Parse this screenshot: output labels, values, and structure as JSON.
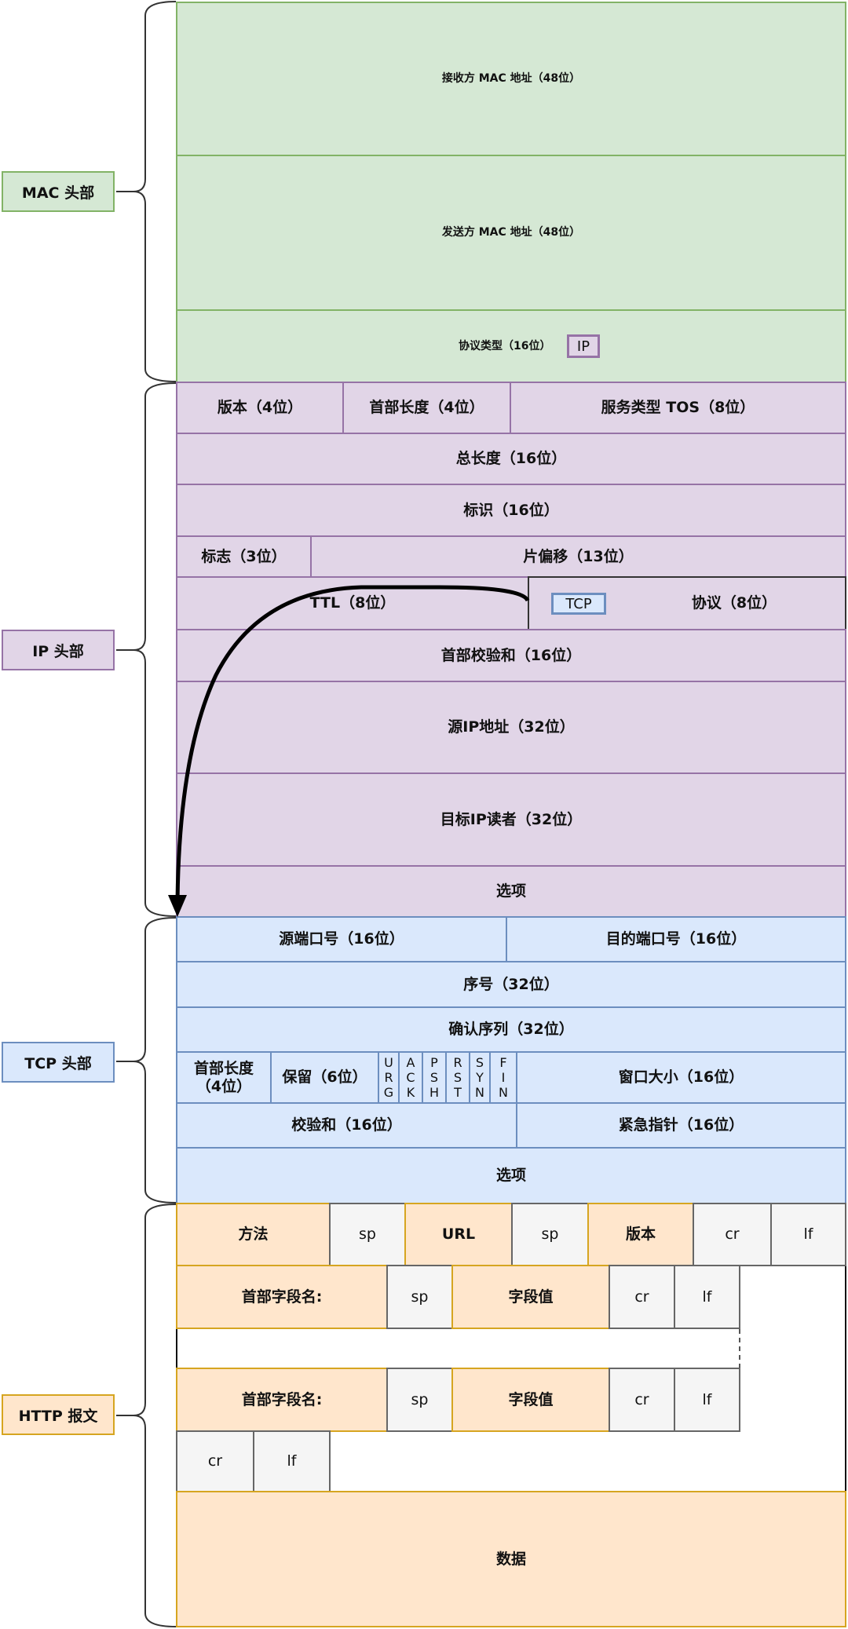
{
  "colors": {
    "mac_fill": "#d5e8d4",
    "mac_stroke": "#82b366",
    "ip_fill": "#e1d5e7",
    "ip_stroke": "#9673a6",
    "tcp_fill": "#dae8fc",
    "tcp_stroke": "#6c8ebf",
    "http_fill": "#ffe6cc",
    "http_stroke": "#d6a520",
    "sep_fill": "#f5f5f5",
    "sep_stroke": "#666666"
  },
  "labels": {
    "mac": "MAC 头部",
    "ip": "IP 头部",
    "tcp": "TCP 头部",
    "http": "HTTP 报文"
  },
  "mac": {
    "dst": "接收方 MAC 地址（48位）",
    "src": "发送方 MAC 地址（48位）",
    "type": "协议类型（16位）",
    "type_tag": "IP"
  },
  "ip": {
    "version": "版本（4位）",
    "ihl": "首部长度（4位）",
    "tos": "服务类型 TOS（8位）",
    "total_length": "总长度（16位）",
    "id": "标识（16位）",
    "flags": "标志（3位）",
    "frag_offset": "片偏移（13位）",
    "ttl": "TTL（8位）",
    "protocol": "协议（8位）",
    "protocol_tag": "TCP",
    "checksum": "首部校验和（16位）",
    "src": "源IP地址（32位）",
    "dst": "目标IP读者（32位）",
    "options": "选项"
  },
  "tcp": {
    "src_port": "源端口号（16位）",
    "dst_port": "目的端口号（16位）",
    "seq": "序号（32位）",
    "ack": "确认序列（32位）",
    "data_offset_1": "首部长度",
    "data_offset_2": "（4位）",
    "reserved": "保留（6位）",
    "flags": [
      {
        "c1": "U",
        "c2": "R",
        "c3": "G"
      },
      {
        "c1": "A",
        "c2": "C",
        "c3": "K"
      },
      {
        "c1": "P",
        "c2": "S",
        "c3": "H"
      },
      {
        "c1": "R",
        "c2": "S",
        "c3": "T"
      },
      {
        "c1": "S",
        "c2": "Y",
        "c3": "N"
      },
      {
        "c1": "F",
        "c2": "I",
        "c3": "N"
      }
    ],
    "window": "窗口大小（16位）",
    "checksum": "校验和（16位）",
    "urgent": "紧急指针（16位）",
    "options": "选项"
  },
  "http": {
    "request_line": {
      "method": "方法",
      "sp1": "sp",
      "url": "URL",
      "sp2": "sp",
      "version": "版本",
      "cr": "cr",
      "lf": "lf"
    },
    "header_lines": [
      {
        "name": "首部字段名:",
        "sp": "sp",
        "value": "字段值",
        "cr": "cr",
        "lf": "lf"
      },
      {
        "name": "首部字段名:",
        "sp": "sp",
        "value": "字段值",
        "cr": "cr",
        "lf": "lf"
      }
    ],
    "blank_line": {
      "cr": "cr",
      "lf": "lf"
    },
    "body": "数据"
  }
}
